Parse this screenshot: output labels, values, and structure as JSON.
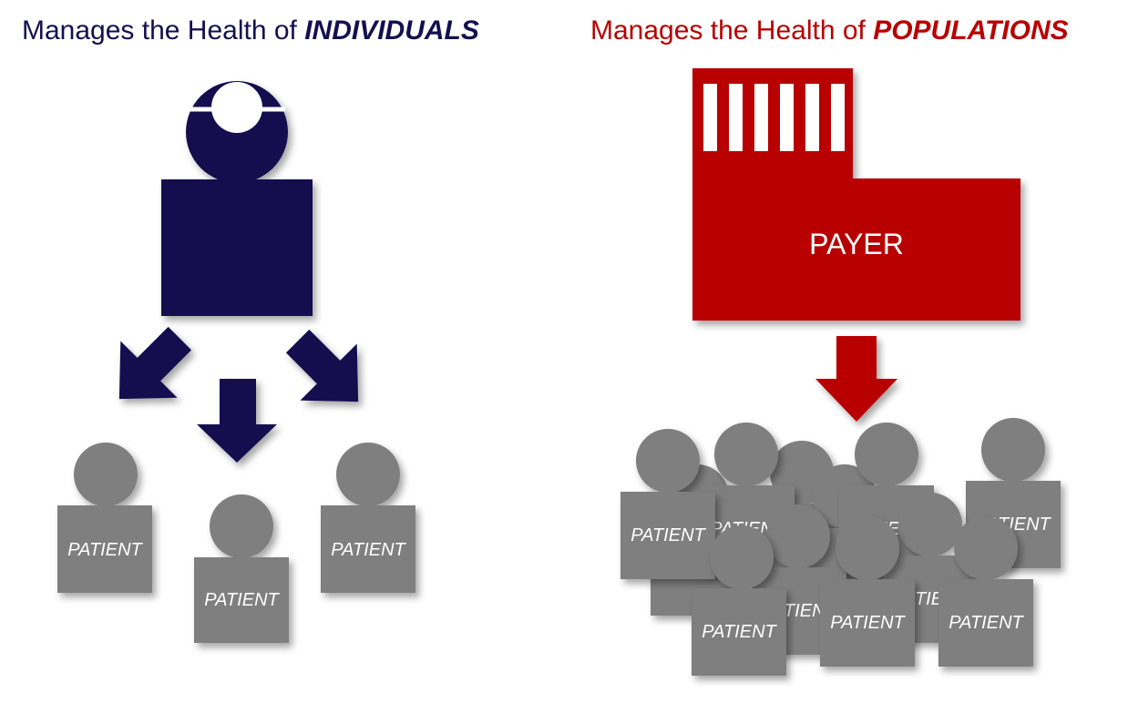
{
  "colors": {
    "navy": "#14104f",
    "red": "#b80000",
    "patient_gray": "#7f7f7f",
    "white": "#ffffff"
  },
  "left_panel": {
    "title_prefix": "Manages the Health of ",
    "title_emphasis": "INDIVIDUALS",
    "actor_icon": "doctor-with-head-mirror-icon",
    "arrow_count": 3,
    "patient_labels": [
      "PATIENT",
      "PATIENT",
      "PATIENT"
    ]
  },
  "right_panel": {
    "title_prefix": "Manages the Health of ",
    "title_emphasis": "POPULATIONS",
    "actor_icon": "payer-building-icon",
    "payer_label": "PAYER",
    "arrow_count": 1,
    "crowd_label": "PATIENT",
    "crowd_visible_labels": [
      "PATIENT",
      "PATIENT",
      "PATIENT",
      "PATIENT",
      "PATIENT",
      "PATIENT"
    ]
  }
}
